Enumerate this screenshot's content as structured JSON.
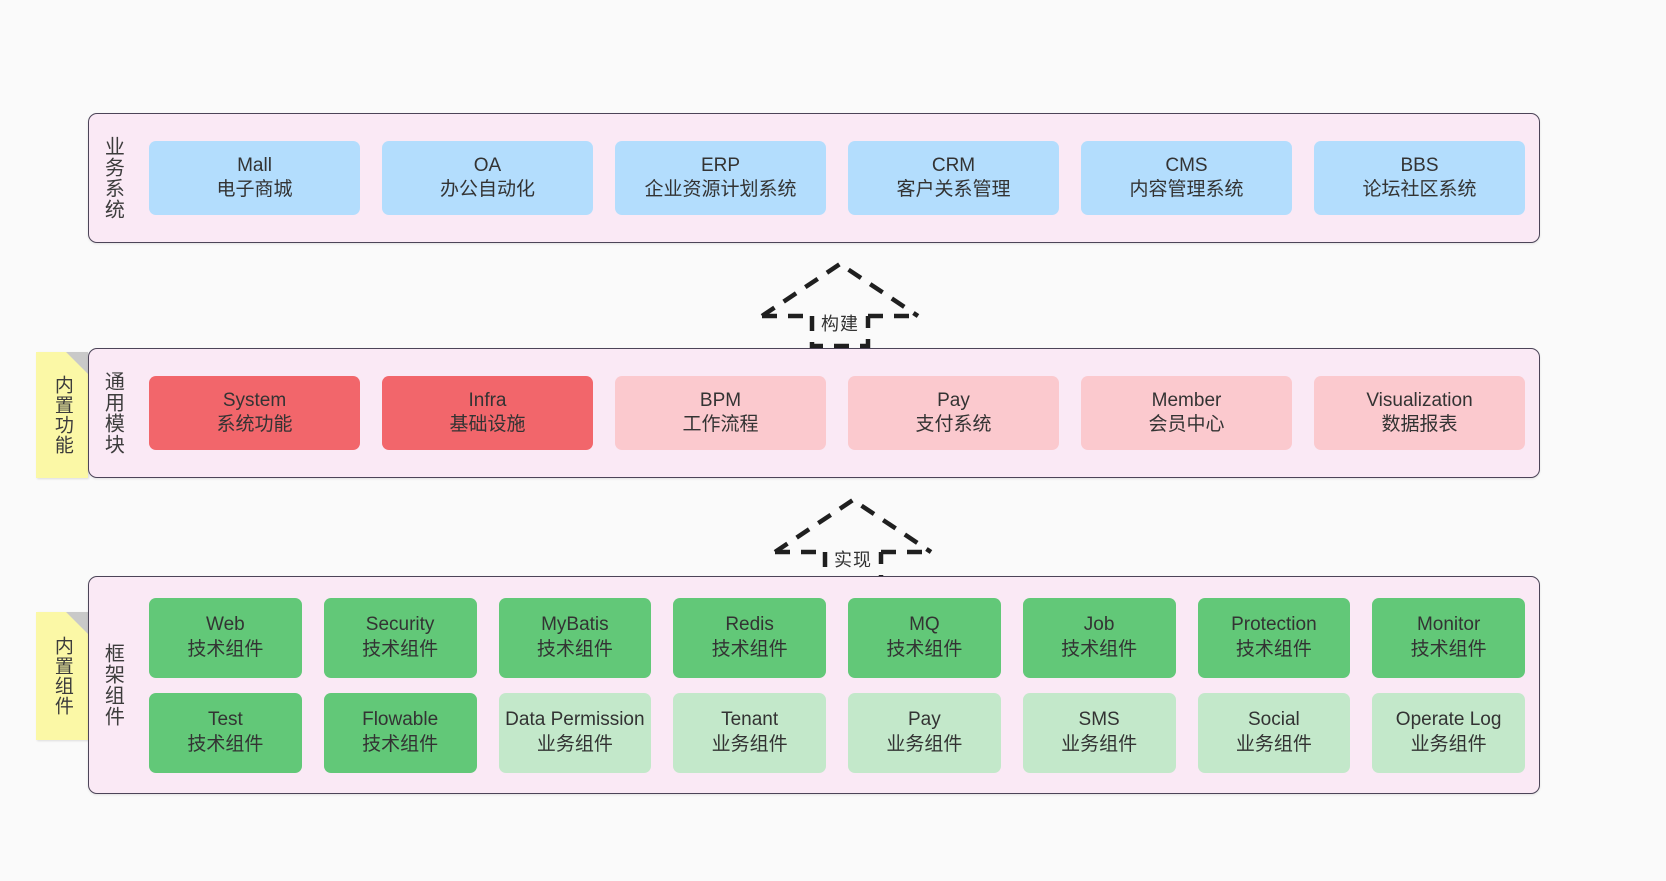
{
  "canvas": {
    "background": "#fafafa",
    "layer_fill": "#fae9f5",
    "layer_border": "#4c4458",
    "sticky_fill": "#fbf8a6"
  },
  "layers": [
    {
      "id": "business-system",
      "title": "业务系统",
      "sticky": null,
      "rows": [
        {
          "cells": [
            {
              "en": "Mall",
              "cn": "电子商城",
              "color": "#b3ddfd",
              "variant": "c-blue"
            },
            {
              "en": "OA",
              "cn": "办公自动化",
              "color": "#b3ddfd",
              "variant": "c-blue"
            },
            {
              "en": "ERP",
              "cn": "企业资源计划系统",
              "color": "#b3ddfd",
              "variant": "c-blue"
            },
            {
              "en": "CRM",
              "cn": "客户关系管理",
              "color": "#b3ddfd",
              "variant": "c-blue"
            },
            {
              "en": "CMS",
              "cn": "内容管理系统",
              "color": "#b3ddfd",
              "variant": "c-blue"
            },
            {
              "en": "BBS",
              "cn": "论坛社区系统",
              "color": "#b3ddfd",
              "variant": "c-blue"
            }
          ]
        }
      ]
    },
    {
      "id": "common-module",
      "title": "通用模块",
      "sticky": "内置功能",
      "rows": [
        {
          "cells": [
            {
              "en": "System",
              "cn": "系统功能",
              "color": "#f2666b",
              "variant": "c-red-strong"
            },
            {
              "en": "Infra",
              "cn": "基础设施",
              "color": "#f2666b",
              "variant": "c-red-strong"
            },
            {
              "en": "BPM",
              "cn": "工作流程",
              "color": "#fbc9ce",
              "variant": "c-red-light"
            },
            {
              "en": "Pay",
              "cn": "支付系统",
              "color": "#fbc9ce",
              "variant": "c-red-light"
            },
            {
              "en": "Member",
              "cn": "会员中心",
              "color": "#fbc9ce",
              "variant": "c-red-light"
            },
            {
              "en": "Visualization",
              "cn": "数据报表",
              "color": "#fbc9ce",
              "variant": "c-red-light"
            }
          ]
        }
      ]
    },
    {
      "id": "framework-component",
      "title": "框架组件",
      "sticky": "内置组件",
      "rows": [
        {
          "cells": [
            {
              "en": "Web",
              "cn": "技术组件",
              "color": "#62c878",
              "variant": "c-green-strong"
            },
            {
              "en": "Security",
              "cn": "技术组件",
              "color": "#62c878",
              "variant": "c-green-strong"
            },
            {
              "en": "MyBatis",
              "cn": "技术组件",
              "color": "#62c878",
              "variant": "c-green-strong"
            },
            {
              "en": "Redis",
              "cn": "技术组件",
              "color": "#62c878",
              "variant": "c-green-strong"
            },
            {
              "en": "MQ",
              "cn": "技术组件",
              "color": "#62c878",
              "variant": "c-green-strong"
            },
            {
              "en": "Job",
              "cn": "技术组件",
              "color": "#62c878",
              "variant": "c-green-strong"
            },
            {
              "en": "Protection",
              "cn": "技术组件",
              "color": "#62c878",
              "variant": "c-green-strong"
            },
            {
              "en": "Monitor",
              "cn": "技术组件",
              "color": "#62c878",
              "variant": "c-green-strong"
            }
          ]
        },
        {
          "cells": [
            {
              "en": "Test",
              "cn": "技术组件",
              "color": "#62c878",
              "variant": "c-green-strong"
            },
            {
              "en": "Flowable",
              "cn": "技术组件",
              "color": "#62c878",
              "variant": "c-green-strong"
            },
            {
              "en": "Data Permission",
              "cn": "业务组件",
              "color": "#c3e8ca",
              "variant": "c-green-light"
            },
            {
              "en": "Tenant",
              "cn": "业务组件",
              "color": "#c3e8ca",
              "variant": "c-green-light"
            },
            {
              "en": "Pay",
              "cn": "业务组件",
              "color": "#c3e8ca",
              "variant": "c-green-light"
            },
            {
              "en": "SMS",
              "cn": "业务组件",
              "color": "#c3e8ca",
              "variant": "c-green-light"
            },
            {
              "en": "Social",
              "cn": "业务组件",
              "color": "#c3e8ca",
              "variant": "c-green-light"
            },
            {
              "en": "Operate Log",
              "cn": "业务组件",
              "color": "#c3e8ca",
              "variant": "c-green-light"
            }
          ]
        }
      ]
    }
  ],
  "arrows": [
    {
      "id": "build",
      "label": "构建",
      "style": "dashed-hollow-triangle",
      "direction": "up"
    },
    {
      "id": "realize",
      "label": "实现",
      "style": "dashed-hollow-triangle",
      "direction": "up"
    }
  ]
}
